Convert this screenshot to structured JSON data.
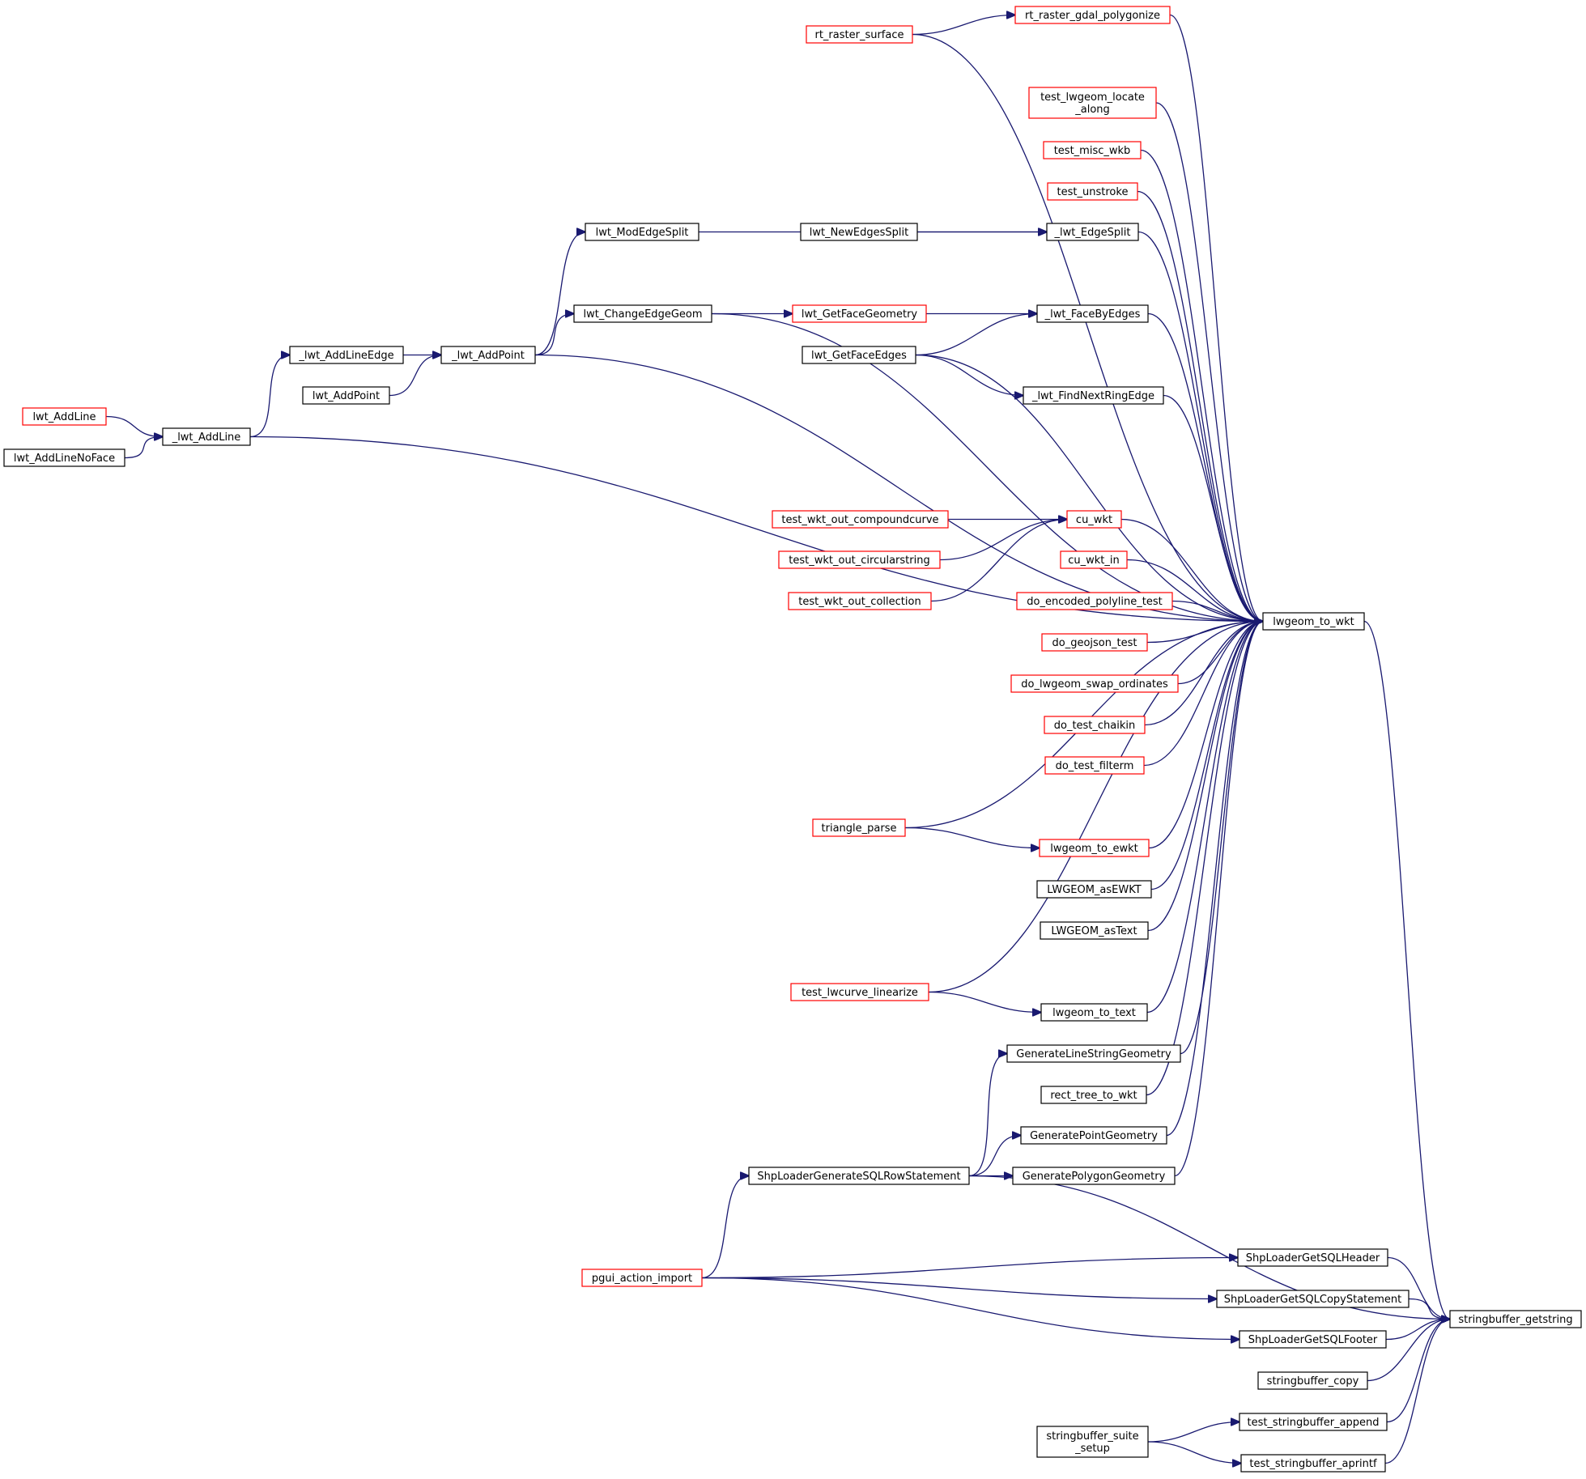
{
  "graph": {
    "style": {
      "edge_color": "#191970",
      "incomplete_border_color": "#ff0000",
      "complete_border_color": "#000000",
      "root_fill": "#bfbfbf"
    },
    "nodes": [
      {
        "id": "stringbuffer_getstring",
        "label": "stringbuffer_getstring",
        "border": "black",
        "root": true
      },
      {
        "id": "lwgeom_to_wkt",
        "label": "lwgeom_to_wkt",
        "border": "black"
      },
      {
        "id": "ShpLoaderGenerateSQLRowStatement",
        "label": "ShpLoaderGenerateSQLRowStatement",
        "border": "black"
      },
      {
        "id": "ShpLoaderGetSQLHeader",
        "label": "ShpLoaderGetSQLHeader",
        "border": "black"
      },
      {
        "id": "ShpLoaderGetSQLCopyStatement",
        "label": "ShpLoaderGetSQLCopyStatement",
        "border": "black"
      },
      {
        "id": "ShpLoaderGetSQLFooter",
        "label": "ShpLoaderGetSQLFooter",
        "border": "black"
      },
      {
        "id": "stringbuffer_copy",
        "label": "stringbuffer_copy",
        "border": "black"
      },
      {
        "id": "test_stringbuffer_append",
        "label": "test_stringbuffer_append",
        "border": "black"
      },
      {
        "id": "test_stringbuffer_aprintf",
        "label": "test_stringbuffer_aprintf",
        "border": "black"
      },
      {
        "id": "stringbuffer_suite_setup",
        "label": "stringbuffer_suite\n_setup",
        "border": "black"
      },
      {
        "id": "pgui_action_import",
        "label": "pgui_action_import",
        "border": "red"
      },
      {
        "id": "rt_raster_gdal_polygonize",
        "label": "rt_raster_gdal_polygonize",
        "border": "red"
      },
      {
        "id": "rt_raster_surface",
        "label": "rt_raster_surface",
        "border": "red"
      },
      {
        "id": "test_lwgeom_locate_along",
        "label": "test_lwgeom_locate\n_along",
        "border": "red"
      },
      {
        "id": "test_misc_wkb",
        "label": "test_misc_wkb",
        "border": "red"
      },
      {
        "id": "test_unstroke",
        "label": "test_unstroke",
        "border": "red"
      },
      {
        "id": "_lwt_EdgeSplit",
        "label": "_lwt_EdgeSplit",
        "border": "black"
      },
      {
        "id": "lwt_ModEdgeSplit",
        "label": "lwt_ModEdgeSplit",
        "border": "black"
      },
      {
        "id": "lwt_NewEdgesSplit",
        "label": "lwt_NewEdgesSplit",
        "border": "black"
      },
      {
        "id": "lwt_ChangeEdgeGeom",
        "label": "lwt_ChangeEdgeGeom",
        "border": "black"
      },
      {
        "id": "_lwt_FaceByEdges",
        "label": "_lwt_FaceByEdges",
        "border": "black"
      },
      {
        "id": "lwt_GetFaceGeometry",
        "label": "lwt_GetFaceGeometry",
        "border": "red"
      },
      {
        "id": "lwt_GetFaceEdges",
        "label": "lwt_GetFaceEdges",
        "border": "black"
      },
      {
        "id": "_lwt_FindNextRingEdge",
        "label": "_lwt_FindNextRingEdge",
        "border": "black"
      },
      {
        "id": "_lwt_AddPoint",
        "label": "_lwt_AddPoint",
        "border": "black"
      },
      {
        "id": "_lwt_AddLineEdge",
        "label": "_lwt_AddLineEdge",
        "border": "black"
      },
      {
        "id": "lwt_AddPoint",
        "label": "lwt_AddPoint",
        "border": "black"
      },
      {
        "id": "_lwt_AddLine",
        "label": "_lwt_AddLine",
        "border": "black"
      },
      {
        "id": "lwt_AddLine",
        "label": "lwt_AddLine",
        "border": "red"
      },
      {
        "id": "lwt_AddLineNoFace",
        "label": "lwt_AddLineNoFace",
        "border": "black"
      },
      {
        "id": "cu_wkt",
        "label": "cu_wkt",
        "border": "red"
      },
      {
        "id": "test_wkt_out_compoundcurve",
        "label": "test_wkt_out_compoundcurve",
        "border": "red"
      },
      {
        "id": "test_wkt_out_circularstring",
        "label": "test_wkt_out_circularstring",
        "border": "red"
      },
      {
        "id": "test_wkt_out_collection",
        "label": "test_wkt_out_collection",
        "border": "red"
      },
      {
        "id": "cu_wkt_in",
        "label": "cu_wkt_in",
        "border": "red"
      },
      {
        "id": "do_encoded_polyline_test",
        "label": "do_encoded_polyline_test",
        "border": "red"
      },
      {
        "id": "do_geojson_test",
        "label": "do_geojson_test",
        "border": "red"
      },
      {
        "id": "do_lwgeom_swap_ordinates",
        "label": "do_lwgeom_swap_ordinates",
        "border": "red"
      },
      {
        "id": "do_test_chaikin",
        "label": "do_test_chaikin",
        "border": "red"
      },
      {
        "id": "do_test_filterm",
        "label": "do_test_filterm",
        "border": "red"
      },
      {
        "id": "triangle_parse",
        "label": "triangle_parse",
        "border": "red"
      },
      {
        "id": "lwgeom_to_ewkt",
        "label": "lwgeom_to_ewkt",
        "border": "red"
      },
      {
        "id": "LWGEOM_asEWKT",
        "label": "LWGEOM_asEWKT",
        "border": "black"
      },
      {
        "id": "LWGEOM_asText",
        "label": "LWGEOM_asText",
        "border": "black"
      },
      {
        "id": "test_lwcurve_linearize",
        "label": "test_lwcurve_linearize",
        "border": "red"
      },
      {
        "id": "lwgeom_to_text",
        "label": "lwgeom_to_text",
        "border": "black"
      },
      {
        "id": "GenerateLineStringGeometry",
        "label": "GenerateLineStringGeometry",
        "border": "black"
      },
      {
        "id": "rect_tree_to_wkt",
        "label": "rect_tree_to_wkt",
        "border": "black"
      },
      {
        "id": "GeneratePointGeometry",
        "label": "GeneratePointGeometry",
        "border": "black"
      },
      {
        "id": "GeneratePolygonGeometry",
        "label": "GeneratePolygonGeometry",
        "border": "black"
      }
    ],
    "edges": [
      {
        "from": "lwgeom_to_wkt",
        "to": "stringbuffer_getstring"
      },
      {
        "from": "ShpLoaderGenerateSQLRowStatement",
        "to": "stringbuffer_getstring"
      },
      {
        "from": "ShpLoaderGetSQLHeader",
        "to": "stringbuffer_getstring"
      },
      {
        "from": "ShpLoaderGetSQLCopyStatement",
        "to": "stringbuffer_getstring"
      },
      {
        "from": "ShpLoaderGetSQLFooter",
        "to": "stringbuffer_getstring"
      },
      {
        "from": "stringbuffer_copy",
        "to": "stringbuffer_getstring"
      },
      {
        "from": "test_stringbuffer_append",
        "to": "stringbuffer_getstring"
      },
      {
        "from": "test_stringbuffer_aprintf",
        "to": "stringbuffer_getstring"
      },
      {
        "from": "stringbuffer_suite_setup",
        "to": "test_stringbuffer_append"
      },
      {
        "from": "stringbuffer_suite_setup",
        "to": "test_stringbuffer_aprintf"
      },
      {
        "from": "pgui_action_import",
        "to": "ShpLoaderGetSQLHeader"
      },
      {
        "from": "pgui_action_import",
        "to": "ShpLoaderGetSQLCopyStatement"
      },
      {
        "from": "pgui_action_import",
        "to": "ShpLoaderGetSQLFooter"
      },
      {
        "from": "pgui_action_import",
        "to": "ShpLoaderGenerateSQLRowStatement"
      },
      {
        "from": "ShpLoaderGenerateSQLRowStatement",
        "to": "GenerateLineStringGeometry"
      },
      {
        "from": "ShpLoaderGenerateSQLRowStatement",
        "to": "GeneratePointGeometry"
      },
      {
        "from": "ShpLoaderGenerateSQLRowStatement",
        "to": "GeneratePolygonGeometry"
      },
      {
        "from": "rt_raster_gdal_polygonize",
        "to": "lwgeom_to_wkt"
      },
      {
        "from": "rt_raster_surface",
        "to": "rt_raster_gdal_polygonize"
      },
      {
        "from": "rt_raster_surface",
        "to": "lwgeom_to_wkt"
      },
      {
        "from": "test_lwgeom_locate_along",
        "to": "lwgeom_to_wkt"
      },
      {
        "from": "test_misc_wkb",
        "to": "lwgeom_to_wkt"
      },
      {
        "from": "test_unstroke",
        "to": "lwgeom_to_wkt"
      },
      {
        "from": "_lwt_EdgeSplit",
        "to": "lwgeom_to_wkt"
      },
      {
        "from": "lwt_ModEdgeSplit",
        "to": "_lwt_EdgeSplit"
      },
      {
        "from": "lwt_NewEdgesSplit",
        "to": "_lwt_EdgeSplit"
      },
      {
        "from": "lwt_ChangeEdgeGeom",
        "to": "lwgeom_to_wkt"
      },
      {
        "from": "lwt_ChangeEdgeGeom",
        "to": "lwt_GetFaceGeometry"
      },
      {
        "from": "lwt_GetFaceGeometry",
        "to": "_lwt_FaceByEdges"
      },
      {
        "from": "_lwt_FaceByEdges",
        "to": "lwgeom_to_wkt"
      },
      {
        "from": "lwt_GetFaceEdges",
        "to": "_lwt_FaceByEdges"
      },
      {
        "from": "lwt_GetFaceEdges",
        "to": "lwgeom_to_wkt"
      },
      {
        "from": "lwt_GetFaceEdges",
        "to": "_lwt_FindNextRingEdge"
      },
      {
        "from": "_lwt_FindNextRingEdge",
        "to": "lwgeom_to_wkt"
      },
      {
        "from": "_lwt_AddPoint",
        "to": "lwt_ModEdgeSplit"
      },
      {
        "from": "_lwt_AddPoint",
        "to": "lwt_ChangeEdgeGeom"
      },
      {
        "from": "_lwt_AddPoint",
        "to": "lwgeom_to_wkt"
      },
      {
        "from": "_lwt_AddLineEdge",
        "to": "_lwt_AddPoint"
      },
      {
        "from": "lwt_AddPoint",
        "to": "_lwt_AddPoint"
      },
      {
        "from": "_lwt_AddLine",
        "to": "_lwt_AddLineEdge"
      },
      {
        "from": "_lwt_AddLine",
        "to": "lwgeom_to_wkt"
      },
      {
        "from": "lwt_AddLine",
        "to": "_lwt_AddLine"
      },
      {
        "from": "lwt_AddLineNoFace",
        "to": "_lwt_AddLine"
      },
      {
        "from": "cu_wkt",
        "to": "lwgeom_to_wkt"
      },
      {
        "from": "test_wkt_out_compoundcurve",
        "to": "cu_wkt"
      },
      {
        "from": "test_wkt_out_circularstring",
        "to": "cu_wkt"
      },
      {
        "from": "test_wkt_out_collection",
        "to": "cu_wkt"
      },
      {
        "from": "cu_wkt_in",
        "to": "lwgeom_to_wkt"
      },
      {
        "from": "do_encoded_polyline_test",
        "to": "lwgeom_to_wkt"
      },
      {
        "from": "do_geojson_test",
        "to": "lwgeom_to_wkt"
      },
      {
        "from": "do_lwgeom_swap_ordinates",
        "to": "lwgeom_to_wkt"
      },
      {
        "from": "do_test_chaikin",
        "to": "lwgeom_to_wkt"
      },
      {
        "from": "do_test_filterm",
        "to": "lwgeom_to_wkt"
      },
      {
        "from": "triangle_parse",
        "to": "lwgeom_to_wkt"
      },
      {
        "from": "triangle_parse",
        "to": "lwgeom_to_ewkt"
      },
      {
        "from": "lwgeom_to_ewkt",
        "to": "lwgeom_to_wkt"
      },
      {
        "from": "LWGEOM_asEWKT",
        "to": "lwgeom_to_wkt"
      },
      {
        "from": "LWGEOM_asText",
        "to": "lwgeom_to_wkt"
      },
      {
        "from": "test_lwcurve_linearize",
        "to": "lwgeom_to_wkt"
      },
      {
        "from": "test_lwcurve_linearize",
        "to": "lwgeom_to_text"
      },
      {
        "from": "lwgeom_to_text",
        "to": "lwgeom_to_wkt"
      },
      {
        "from": "GenerateLineStringGeometry",
        "to": "lwgeom_to_wkt"
      },
      {
        "from": "rect_tree_to_wkt",
        "to": "lwgeom_to_wkt"
      },
      {
        "from": "GeneratePointGeometry",
        "to": "lwgeom_to_wkt"
      },
      {
        "from": "GeneratePolygonGeometry",
        "to": "lwgeom_to_wkt"
      }
    ]
  }
}
